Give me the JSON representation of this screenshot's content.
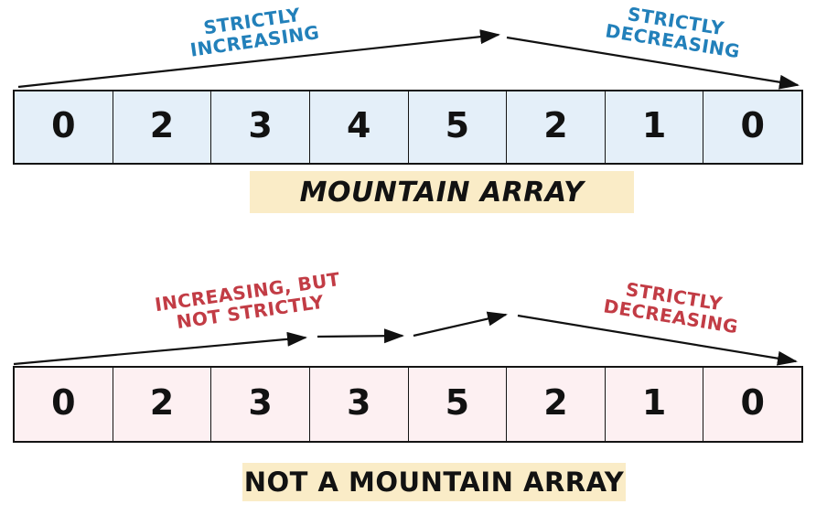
{
  "colors": {
    "arrow_color": "#111111",
    "blue_text": "#2280ba",
    "red_text": "#c23c45",
    "mountain_cell_bg": "#e4eff9",
    "not_mountain_cell_bg": "#fdf0f2",
    "label_bg": "#faecc7"
  },
  "mountain": {
    "values": [
      0,
      2,
      3,
      4,
      5,
      2,
      1,
      0
    ],
    "increasing_line1": "STRICTLY",
    "increasing_line2": "INCREASING",
    "decreasing_line1": "STRICTLY",
    "decreasing_line2": "DECREASING",
    "caption": "MOUNTAIN ARRAY"
  },
  "not_mountain": {
    "values": [
      0,
      2,
      3,
      3,
      5,
      2,
      1,
      0
    ],
    "increasing_line1": "INCREASING, BUT",
    "increasing_line2": "NOT STRICTLY",
    "decreasing_line1": "STRICTLY",
    "decreasing_line2": "DECREASING",
    "caption": "NOT A MOUNTAIN ARRAY"
  }
}
